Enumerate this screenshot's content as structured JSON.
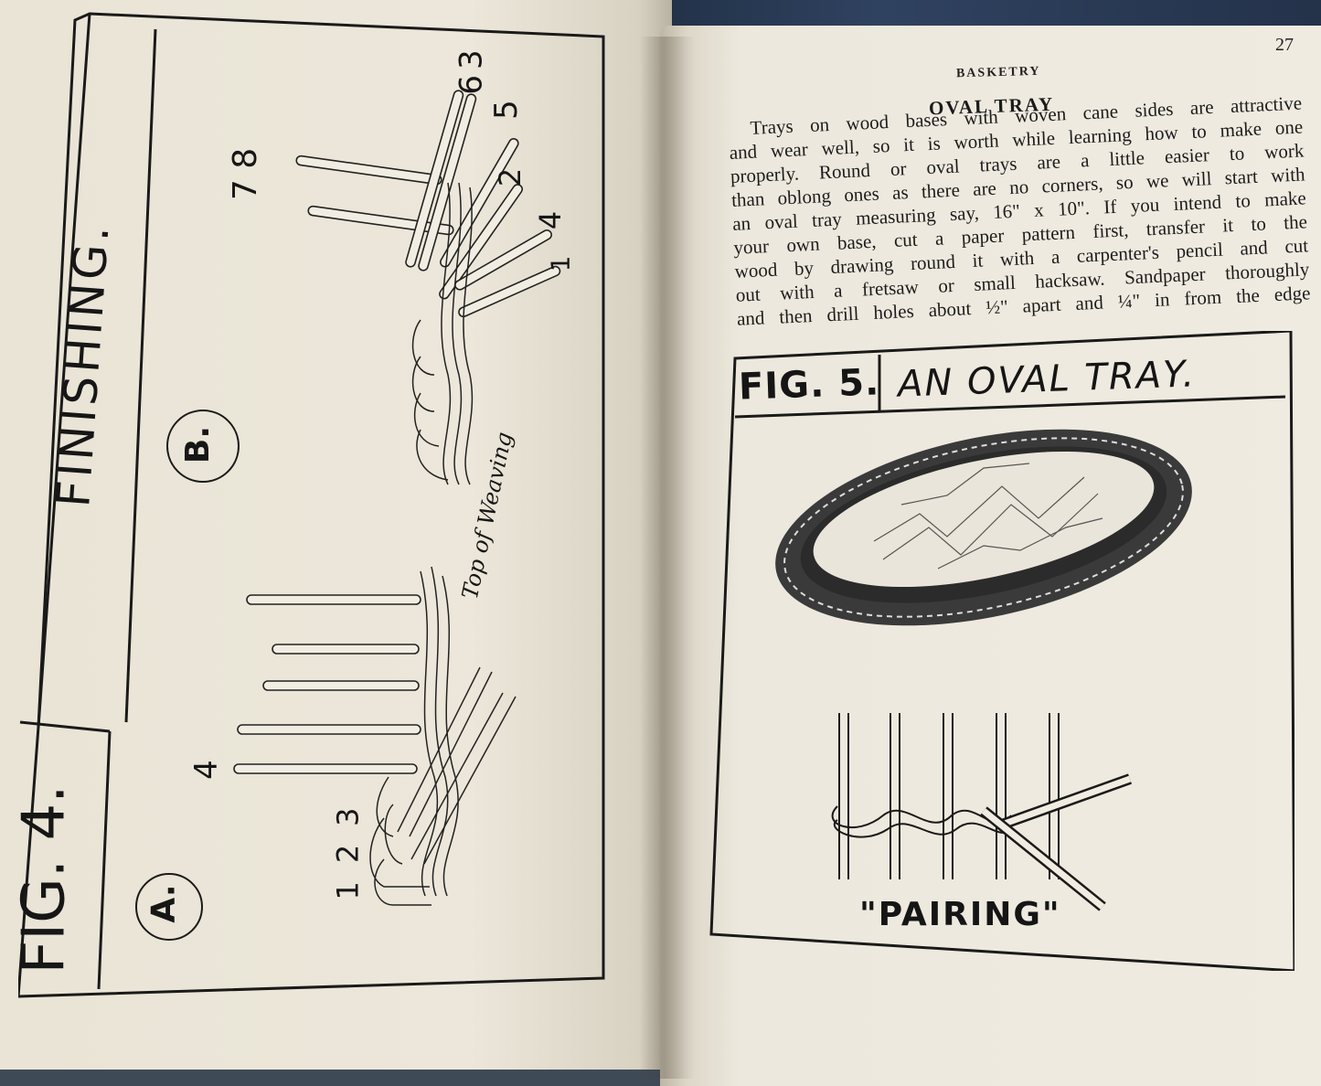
{
  "left_page": {
    "figure_label": "FIG. 4.",
    "title": "FINISHING.",
    "panel_a": "A.",
    "panel_b": "B.",
    "a_numbers": [
      "1",
      "2",
      "3"
    ],
    "a_number_4": "4",
    "b_numbers_top": [
      "6",
      "3"
    ],
    "b_number_5": "5",
    "b_numbers_78": "7 8",
    "b_number_2": "2",
    "b_number_4": "4",
    "b_number_1": "1",
    "annotation": "Top of Weaving"
  },
  "right_page": {
    "page_number": "27",
    "running_head": "BASKETRY",
    "section_title": "OVAL TRAY",
    "body_lines": [
      "Trays on wood bases with woven cane sides are attractive",
      "and wear well, so it is worth while learning how to make one",
      "properly. Round or oval trays are a little easier to work",
      "than oblong ones as there are no corners, so we will start with",
      "an oval tray measuring say, 16\" x 10\". If you intend to make",
      "your own base, cut a paper pattern first, transfer it to the",
      "wood by drawing round it with a carpenter's pencil and cut",
      "out with a fretsaw or small hacksaw. Sandpaper thoroughly",
      "and then drill holes about ½\" apart and ¼\" in from the edge"
    ],
    "figure_label": "FIG. 5.",
    "figure_caption": "AN OVAL TRAY.",
    "pairing_label": "\"PAIRING\""
  }
}
